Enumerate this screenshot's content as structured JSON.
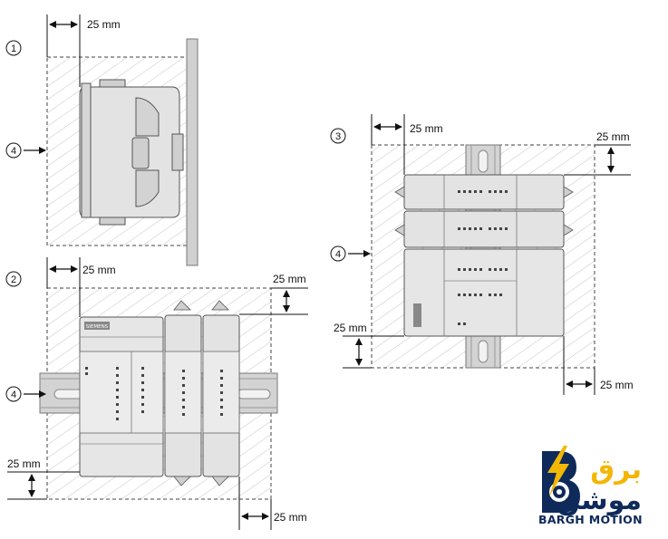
{
  "diagram": {
    "dimension_label": "25 mm",
    "callouts": [
      "1",
      "2",
      "3",
      "4"
    ]
  },
  "device": {
    "brand_text": "SIEMENS"
  },
  "logo": {
    "name_fa_top": "برق",
    "name_fa_bottom": "موشن",
    "name_en": "BARGH MOTION",
    "colors": {
      "navy": "#0e2a5a",
      "gold": "#f2b705"
    }
  }
}
